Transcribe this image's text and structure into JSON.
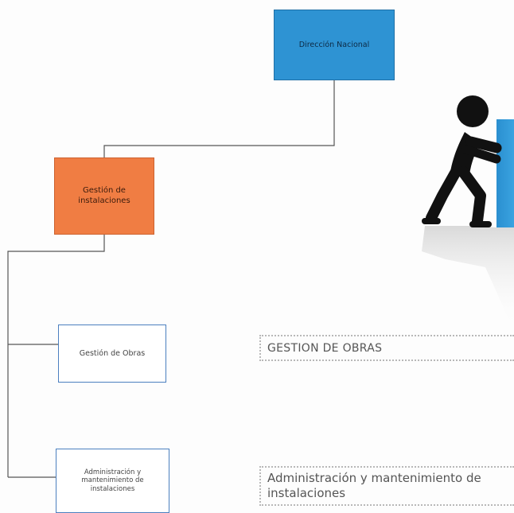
{
  "nodes": {
    "top": "Dirección Nacional",
    "middle": "Gestión de instalaciones",
    "child_1": "Gestión de Obras",
    "child_2": "Administración y mantenimiento de instalaciones"
  },
  "notes": {
    "note_1": "GESTION DE OBRAS",
    "note_2": "Administración y mantenimiento de instalaciones"
  },
  "colors": {
    "top_node": "#2e93d3",
    "middle_node": "#f07d43",
    "child_border": "#4b7fbf",
    "connector": "#555555"
  },
  "icons": [
    "person-pushing-box-icon"
  ]
}
